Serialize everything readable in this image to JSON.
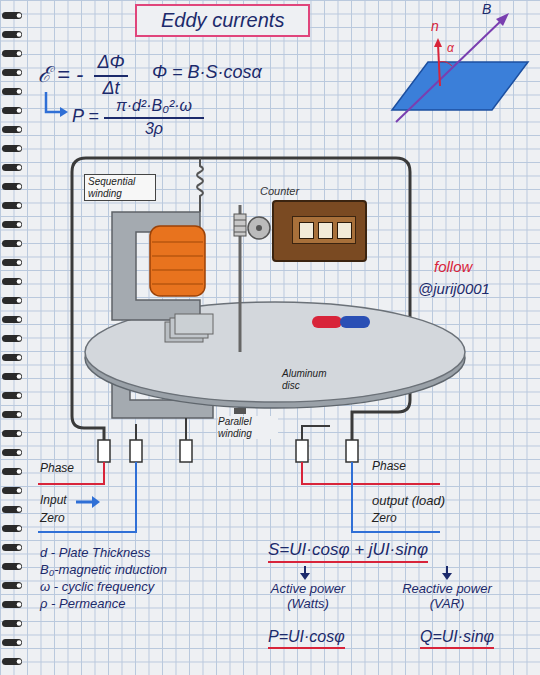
{
  "diagram": {
    "title": "Eddy currents",
    "nodes": [
      {
        "text": [
          "Counter"
        ]
      }
    ],
    "labels": [
      "ℰ = -",
      "ΔΦ",
      "Δt",
      "Φ = B·S·cosα",
      "P =",
      "π·d²·B₀²·ω",
      "3ρ",
      "n",
      "α",
      "B",
      "Sequential winding",
      "Aluminum disc",
      "Parallel winding",
      "follow",
      "@jurij0001",
      "Phase",
      "Input",
      "Zero",
      "Phase",
      "output (load)",
      "Zero",
      "d - Plate Thickness",
      "B₀-magnetic induction",
      "ω - cyclic frequency",
      "ρ - Permeance",
      "S=UI·cosφ + jUI·sinφ",
      "Active power (Watts)",
      "Reactive power (VAR)",
      "P=UI·cosφ",
      "Q=UI·sinφ"
    ]
  }
}
